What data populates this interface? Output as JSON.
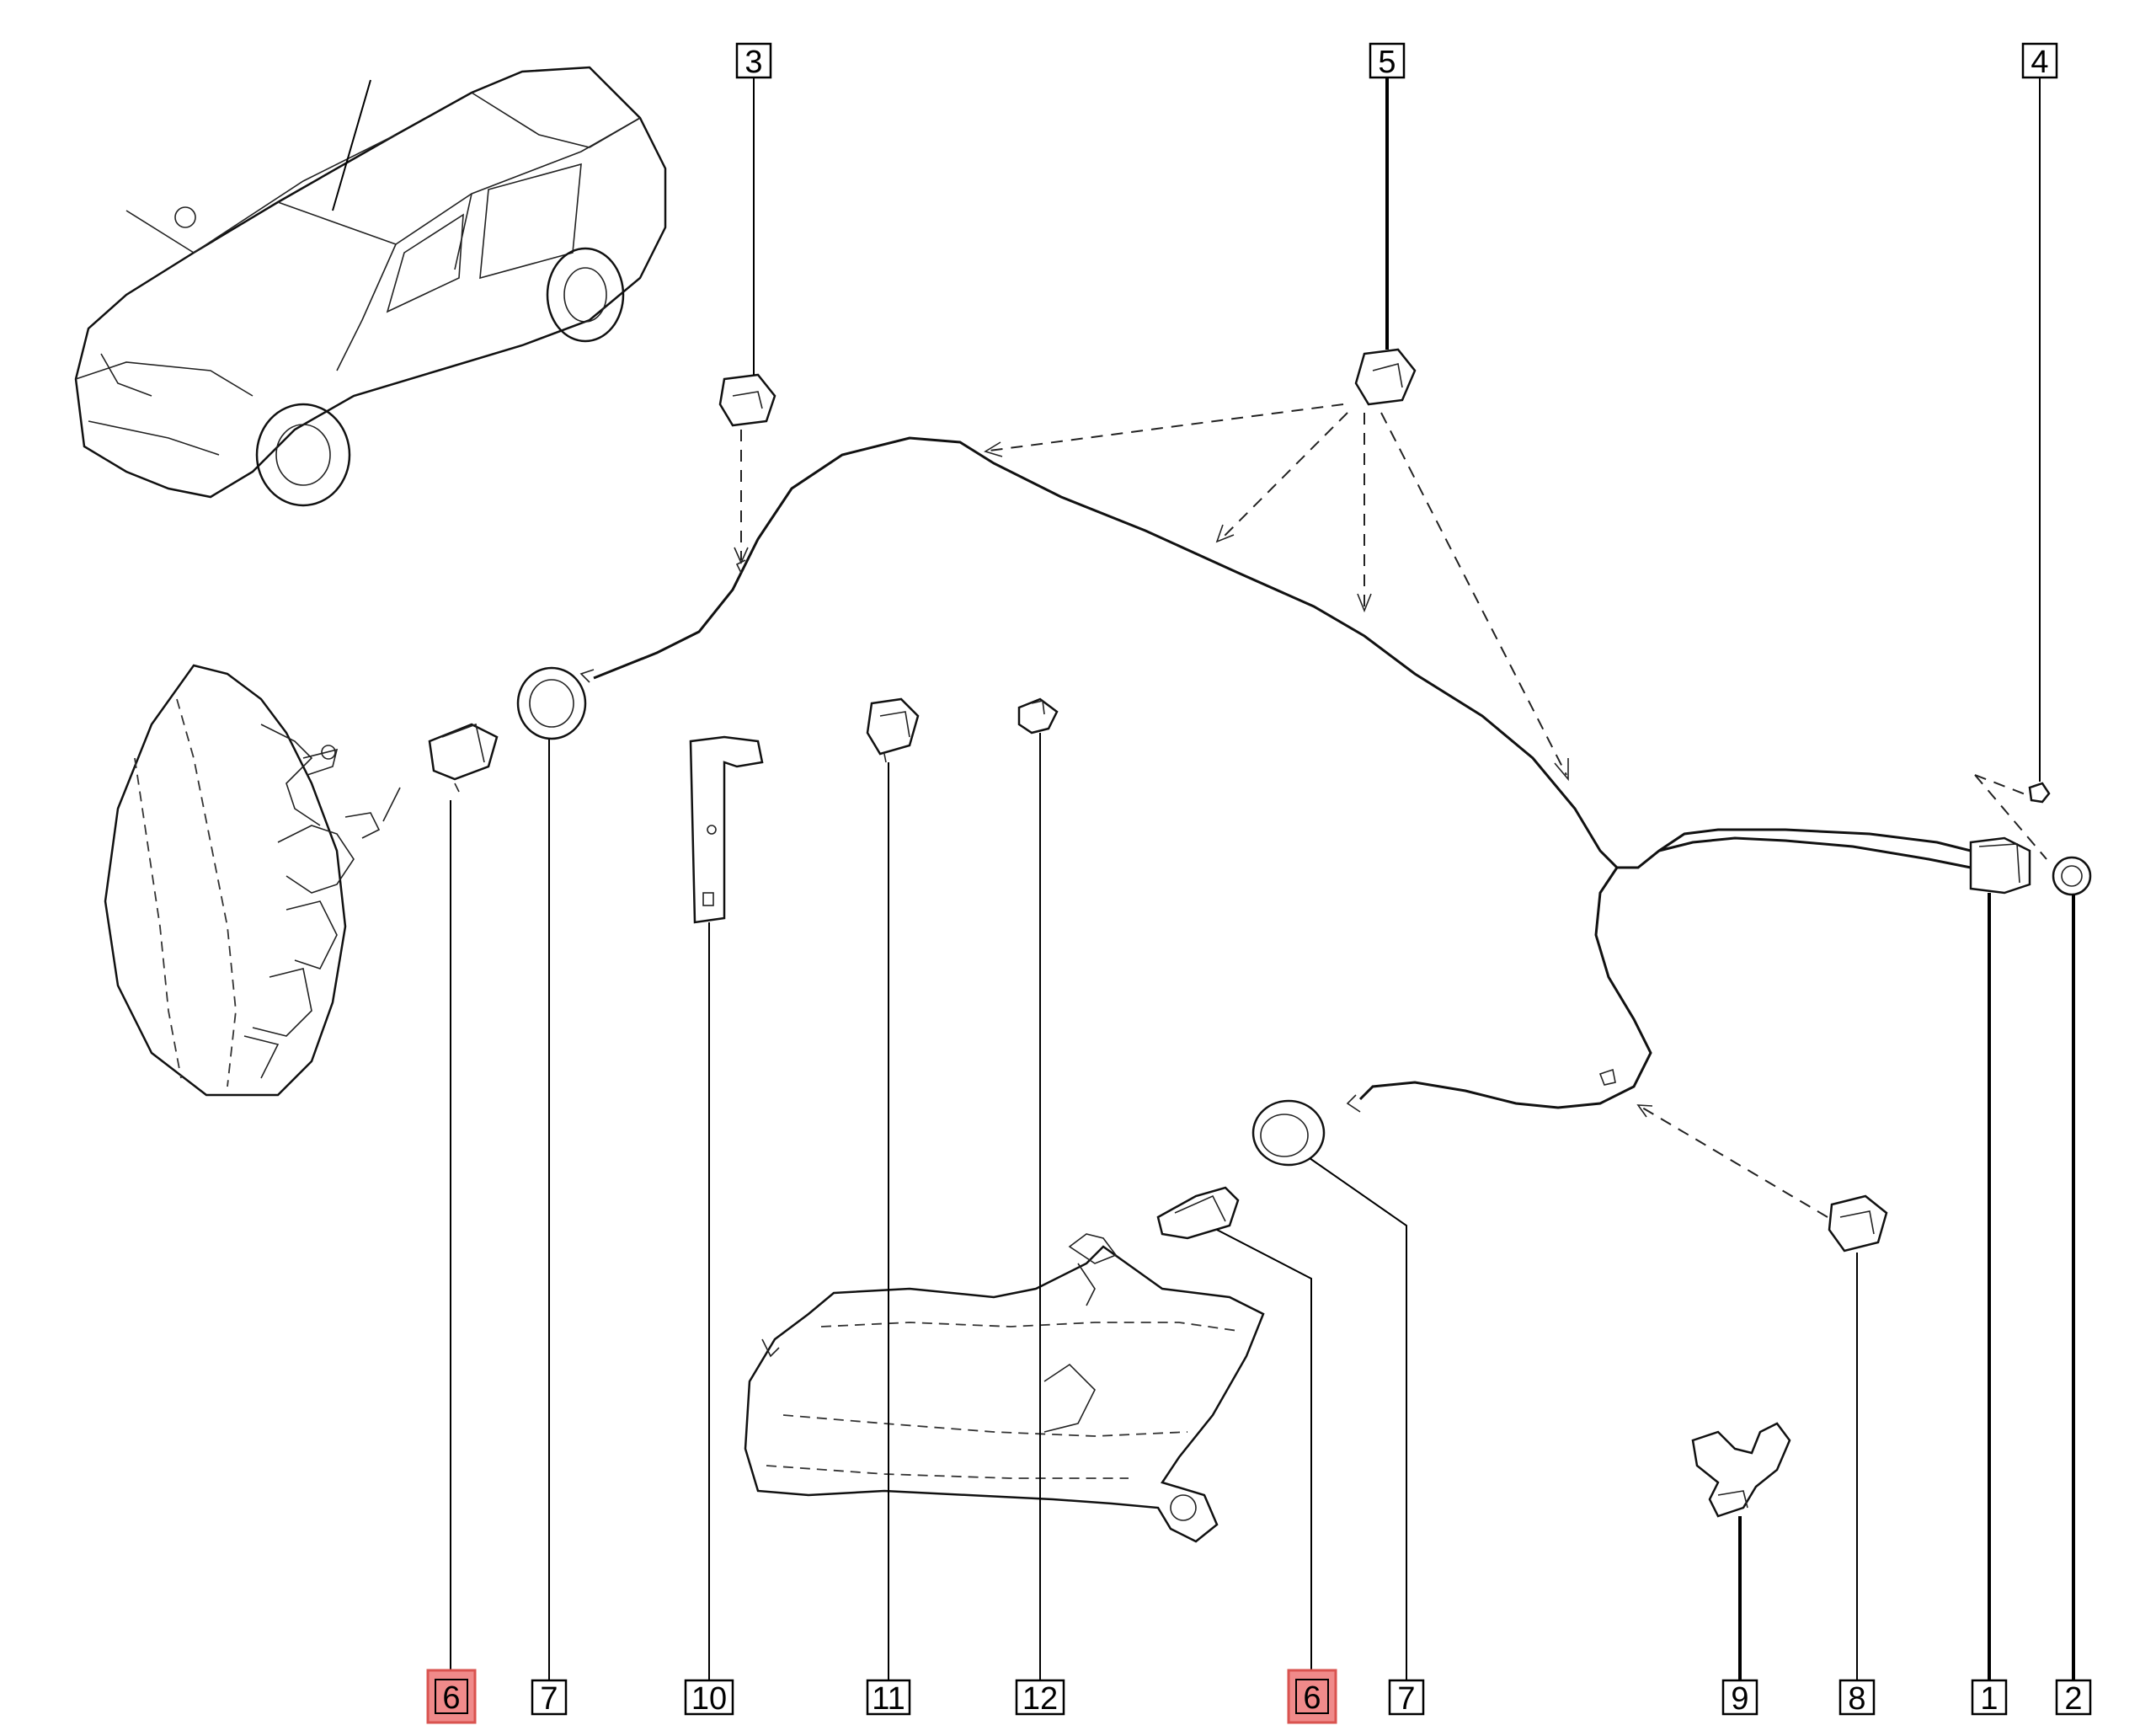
{
  "callouts": [
    {
      "id": "c3a",
      "text": "3"
    },
    {
      "id": "c5a",
      "text": "5"
    },
    {
      "id": "c4a",
      "text": "4"
    },
    {
      "id": "c6a",
      "text": "6",
      "highlight": true
    },
    {
      "id": "c7a",
      "text": "7"
    },
    {
      "id": "c10",
      "text": "10"
    },
    {
      "id": "c11",
      "text": "11"
    },
    {
      "id": "c12",
      "text": "12"
    },
    {
      "id": "c6b",
      "text": "6",
      "highlight": true
    },
    {
      "id": "c7b",
      "text": "7"
    },
    {
      "id": "c9",
      "text": "9"
    },
    {
      "id": "c8",
      "text": "8"
    },
    {
      "id": "c1",
      "text": "1"
    },
    {
      "id": "c2",
      "text": "2"
    }
  ],
  "colors": {
    "highlight_fill": "#f08a8a",
    "highlight_stroke": "#d9534f",
    "line": "#000000",
    "background": "#ffffff"
  }
}
